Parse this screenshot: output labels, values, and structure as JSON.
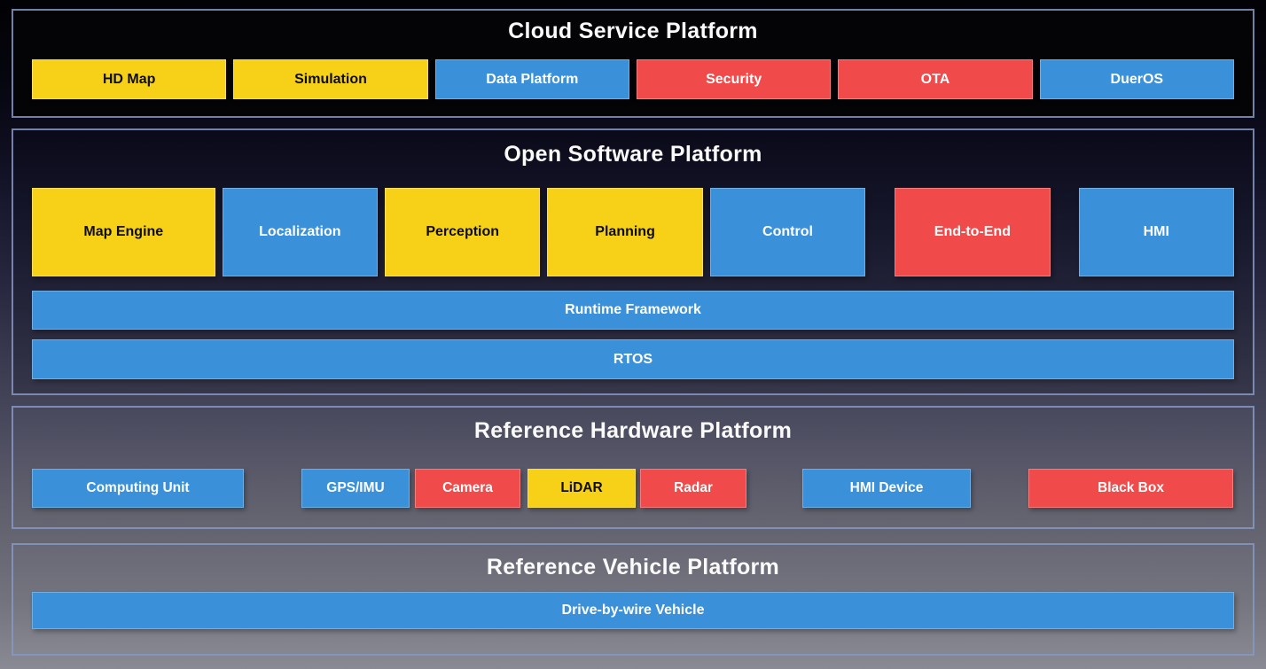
{
  "colors": {
    "yellow": "#F7D117",
    "blue": "#3A90D9",
    "red": "#F04A4A",
    "section_border": "#8698C4",
    "title_text": "#FAFAFA"
  },
  "sections": {
    "cloud": {
      "title": "Cloud Service Platform",
      "boxes": [
        {
          "label": "HD Map",
          "color": "yellow"
        },
        {
          "label": "Simulation",
          "color": "yellow"
        },
        {
          "label": "Data Platform",
          "color": "blue"
        },
        {
          "label": "Security",
          "color": "red"
        },
        {
          "label": "OTA",
          "color": "red"
        },
        {
          "label": "DuerOS",
          "color": "blue"
        }
      ]
    },
    "software": {
      "title": "Open Software Platform",
      "boxes": [
        {
          "label": "Map Engine",
          "color": "yellow"
        },
        {
          "label": "Localization",
          "color": "blue"
        },
        {
          "label": "Perception",
          "color": "yellow"
        },
        {
          "label": "Planning",
          "color": "yellow"
        },
        {
          "label": "Control",
          "color": "blue"
        },
        {
          "label": "End-to-End",
          "color": "red"
        },
        {
          "label": "HMI",
          "color": "blue"
        }
      ],
      "bars": [
        {
          "label": "Runtime Framework",
          "color": "blue"
        },
        {
          "label": "RTOS",
          "color": "blue"
        }
      ]
    },
    "hardware": {
      "title": "Reference Hardware Platform",
      "boxes": [
        {
          "label": "Computing Unit",
          "color": "blue"
        },
        {
          "label": "GPS/IMU",
          "color": "blue"
        },
        {
          "label": "Camera",
          "color": "red"
        },
        {
          "label": "LiDAR",
          "color": "yellow"
        },
        {
          "label": "Radar",
          "color": "red"
        },
        {
          "label": "HMI Device",
          "color": "blue"
        },
        {
          "label": "Black Box",
          "color": "red"
        }
      ]
    },
    "vehicle": {
      "title": "Reference Vehicle Platform",
      "bars": [
        {
          "label": "Drive-by-wire Vehicle",
          "color": "blue"
        }
      ]
    }
  }
}
